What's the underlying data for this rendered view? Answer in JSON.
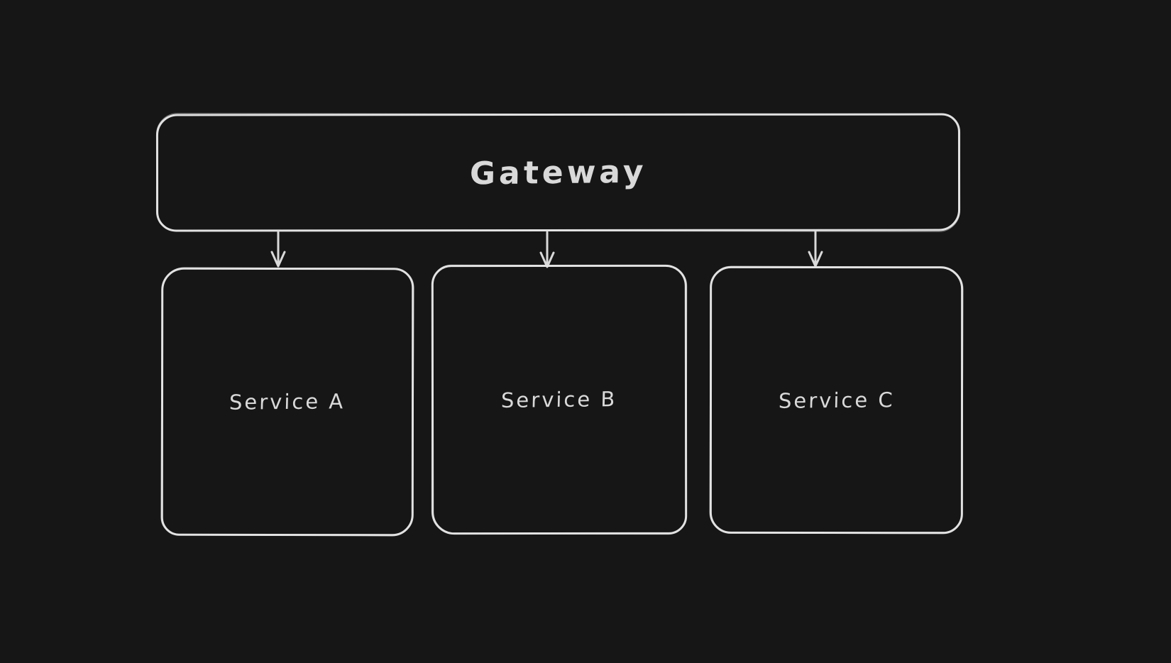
{
  "diagram": {
    "title": "Gateway services diagram",
    "style": "hand-drawn whiteboard (dark mode)",
    "colors": {
      "background": "#161616",
      "shape_stroke": "#e2e2e2",
      "text": "#d9d9d9"
    },
    "nodes": [
      {
        "id": "gateway",
        "label": "Gateway",
        "shape": "rounded-rectangle"
      },
      {
        "id": "service-a",
        "label": "Service A",
        "shape": "rounded-rectangle"
      },
      {
        "id": "service-b",
        "label": "Service B",
        "shape": "rounded-rectangle"
      },
      {
        "id": "service-c",
        "label": "Service C",
        "shape": "rounded-rectangle"
      }
    ],
    "edges": [
      {
        "from": "gateway",
        "to": "service-a",
        "type": "arrow-down"
      },
      {
        "from": "gateway",
        "to": "service-b",
        "type": "arrow-down"
      },
      {
        "from": "gateway",
        "to": "service-c",
        "type": "arrow-down"
      }
    ]
  }
}
